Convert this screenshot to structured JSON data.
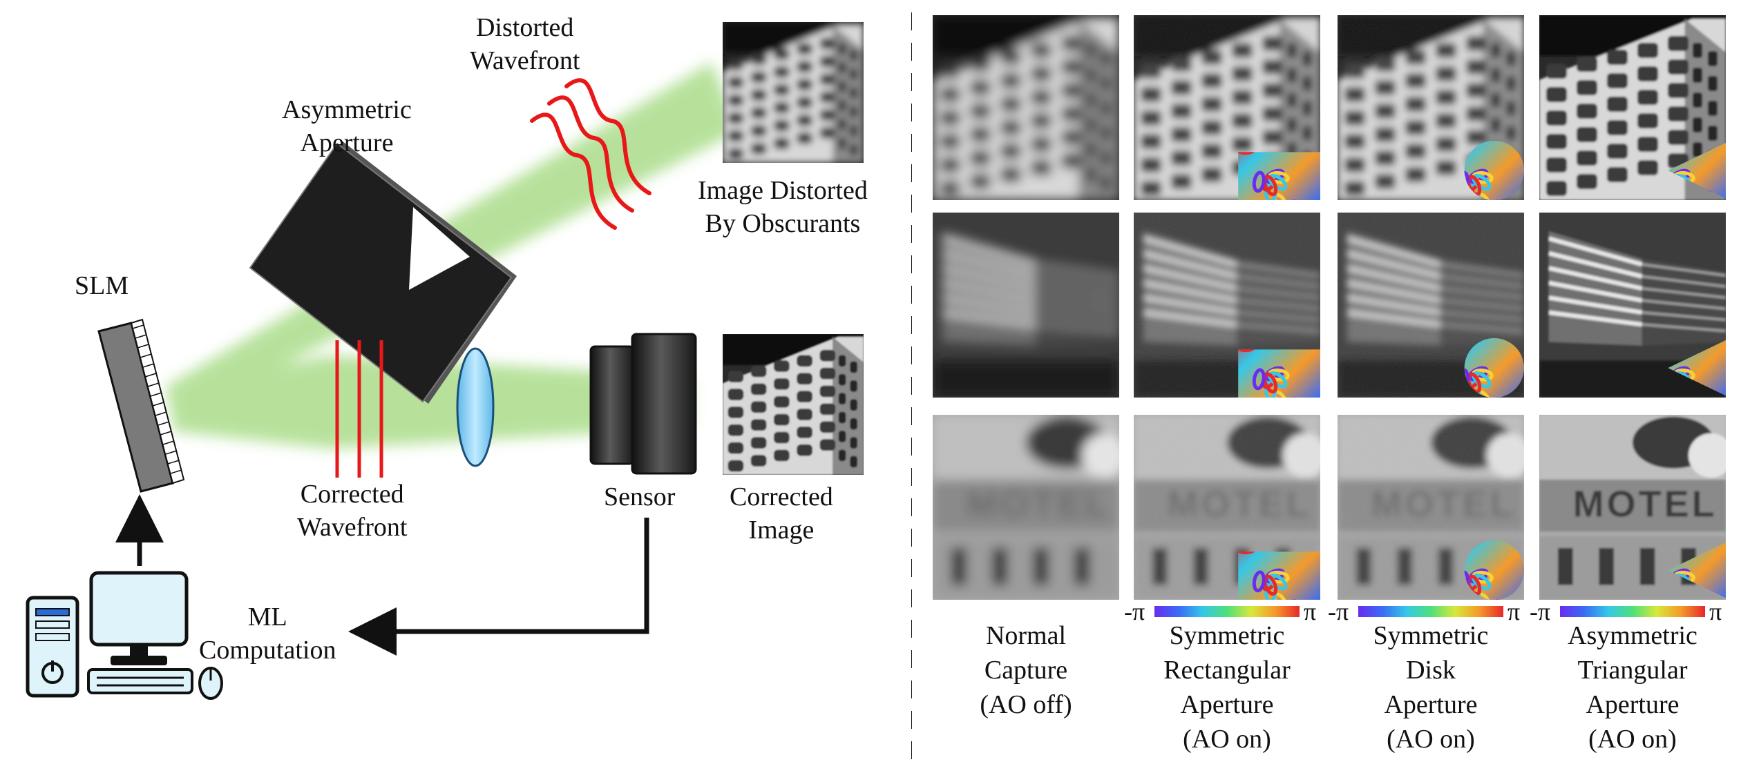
{
  "setup": {
    "slm": "SLM",
    "asymmetric_aperture": [
      "Asymmetric",
      "Aperture"
    ],
    "distorted_wavefront": [
      "Distorted",
      "Wavefront"
    ],
    "image_distorted": [
      "Image Distorted",
      "By Obscurants"
    ],
    "corrected_wavefront": [
      "Corrected",
      "Wavefront"
    ],
    "sensor": "Sensor",
    "corrected_image": [
      "Corrected",
      "Image"
    ],
    "ml_computation": [
      "ML",
      "Computation"
    ]
  },
  "grid": {
    "rows": [
      "building",
      "office",
      "motel"
    ],
    "columns": [
      {
        "lines": [
          "Normal",
          "Capture",
          "(AO off)"
        ],
        "inset": "none"
      },
      {
        "lines": [
          "Symmetric",
          "Rectangular",
          "Aperture",
          "(AO on)"
        ],
        "inset": "rectangle"
      },
      {
        "lines": [
          "Symmetric",
          "Disk",
          "Aperture",
          "(AO on)"
        ],
        "inset": "disk"
      },
      {
        "lines": [
          "Asymmetric",
          "Triangular",
          "Aperture",
          "(AO on)"
        ],
        "inset": "triangle"
      }
    ],
    "colorbar": {
      "min_label": "-π",
      "max_label": "π"
    }
  },
  "colors": {
    "beam": "#9fd87a",
    "wavefront": "#e81818",
    "lens": "#86d4f5",
    "computer_screen": "#dff3fa"
  }
}
